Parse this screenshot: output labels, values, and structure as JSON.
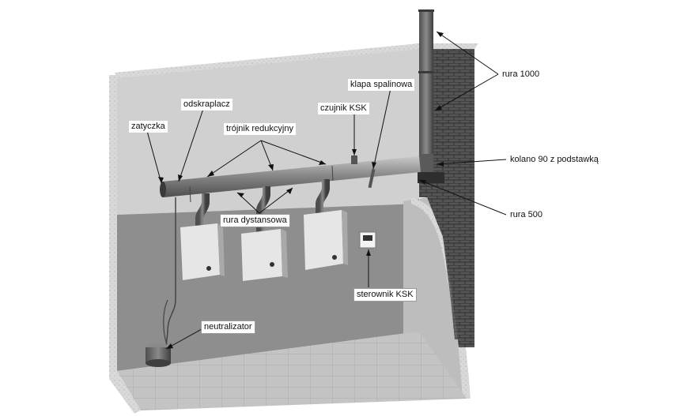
{
  "labels": {
    "zatyczka": "zatyczka",
    "odskraplacz": "odskraplacz",
    "trojnik": "trójnik redukcyjny",
    "czujnik": "czujnik KSK",
    "klapa": "klapa spalinowa",
    "rura1000": "rura 1000",
    "kolano": "kolano 90 z podstawką",
    "rura500": "rura 500",
    "rura_dystansowa": "rura dystansowa",
    "sterownik": "sterownik KSK",
    "neutralizator": "neutralizator"
  },
  "colors": {
    "wall_back": "#cfcfcf",
    "wall_dark": "#8c8c8c",
    "floor": "#b9b9b9",
    "brick": "#4a4a4a",
    "pipe": "#7d7d7d",
    "boiler": "#e4e4e4"
  }
}
